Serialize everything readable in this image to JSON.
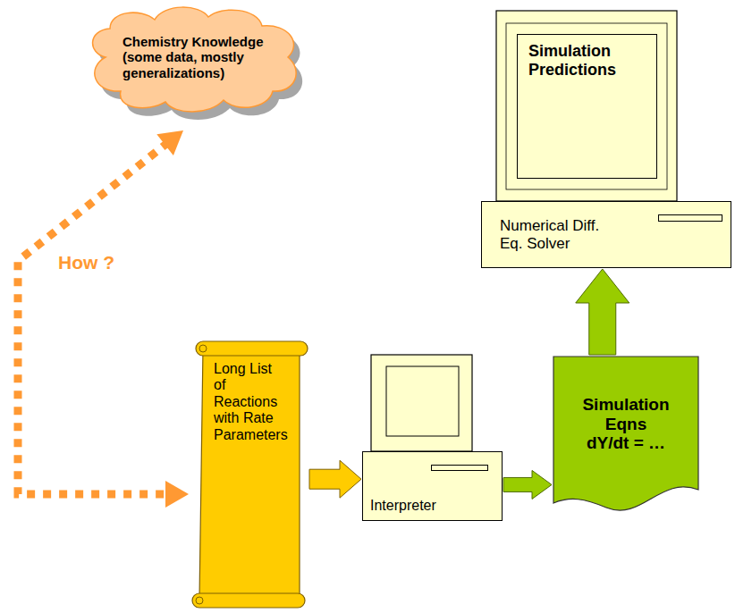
{
  "diagram": {
    "nodes": [
      {
        "text": [
          "Chemistry Knowledge (some data, mostly generalizations)"
        ]
      },
      {
        "text": [
          "Simulation Predictions"
        ]
      },
      {
        "text": [
          "Numerical Diff. Eq. Solver"
        ]
      },
      {
        "text": [
          "Long List of Reactions with Rate Parameters"
        ]
      },
      {
        "text": [
          "Interpreter"
        ]
      },
      {
        "text": [
          "Simulation Eqns",
          "dY/dt = …"
        ]
      }
    ],
    "edges": [
      {
        "from": 0,
        "to": 3,
        "arrow": "both",
        "label": "How ?"
      },
      {
        "from": 3,
        "to": 4,
        "arrow": "to"
      },
      {
        "from": 4,
        "to": 5,
        "arrow": "to"
      },
      {
        "from": 5,
        "to": 2,
        "arrow": "to"
      }
    ]
  }
}
